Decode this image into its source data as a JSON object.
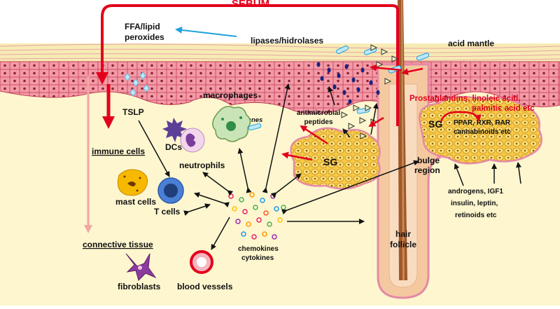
{
  "labels": {
    "sebum": "SEBUM",
    "ffa_line1": "FFA/lipid",
    "ffa_line2": "peroxides",
    "lipases": "lipases/hidrolases",
    "acid_mantle": "acid mantle",
    "tslp": "TSLP",
    "macrophages": "macrophages",
    "p_acnes": "P. acnes",
    "dcs": "DCs",
    "neutrophils": "neutrophils",
    "immune_cells": "immune cells",
    "mast_cells": "mast cells",
    "t_cells": "T cells",
    "amp_line1": "antimicrobial",
    "amp_line2": "peptides",
    "sg_left": "SG",
    "sg_right": "SG",
    "prost_line1": "Prostaglandins, linoleic acid,",
    "prost_line2": "palmitic acid etc",
    "ppar_line1": "PPAR, RXR, RAR",
    "ppar_line2": "cannabinoids etc",
    "bulge_line1": "bulge",
    "bulge_line2": "region",
    "andro_line1": "androgens, IGF1",
    "andro_line2": "insulin, leptin,",
    "andro_line3": "retinoids etc",
    "hair_line1": "hair",
    "hair_line2": "follicle",
    "chemo_line1": "chemokines",
    "chemo_line2": "cytokines",
    "connective": "connective tissue",
    "fibroblasts": "fibroblasts",
    "blood_vessels": "blood vessels"
  },
  "colors": {
    "dermis": "#fdf6cf",
    "epidermis": "#f39aa7",
    "cell_border": "#c24057",
    "stratum_corneum": "#f7ebb4",
    "sebum_arrow": "#e3001b",
    "lipase_arrow": "#1da1dc",
    "sebaceous_gland": "#f7c948",
    "follicle": "#f5c9a0",
    "hair_shaft": "#a0592a",
    "connective_arrow": "#f2a7a2"
  }
}
